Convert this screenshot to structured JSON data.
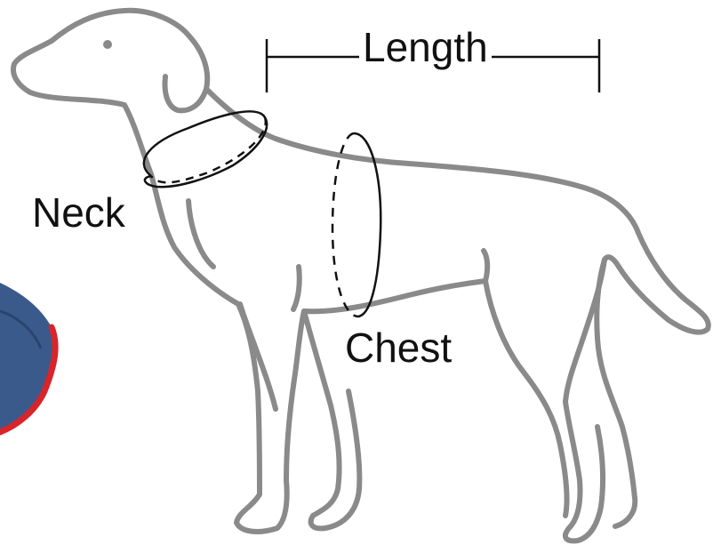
{
  "labels": {
    "length": "Length",
    "neck": "Neck",
    "chest": "Chest"
  },
  "colors": {
    "outline": "#8a8a8a",
    "measure": "#111111",
    "fabric_blue": "#3a5a8c",
    "fabric_trim": "#d8242a"
  }
}
